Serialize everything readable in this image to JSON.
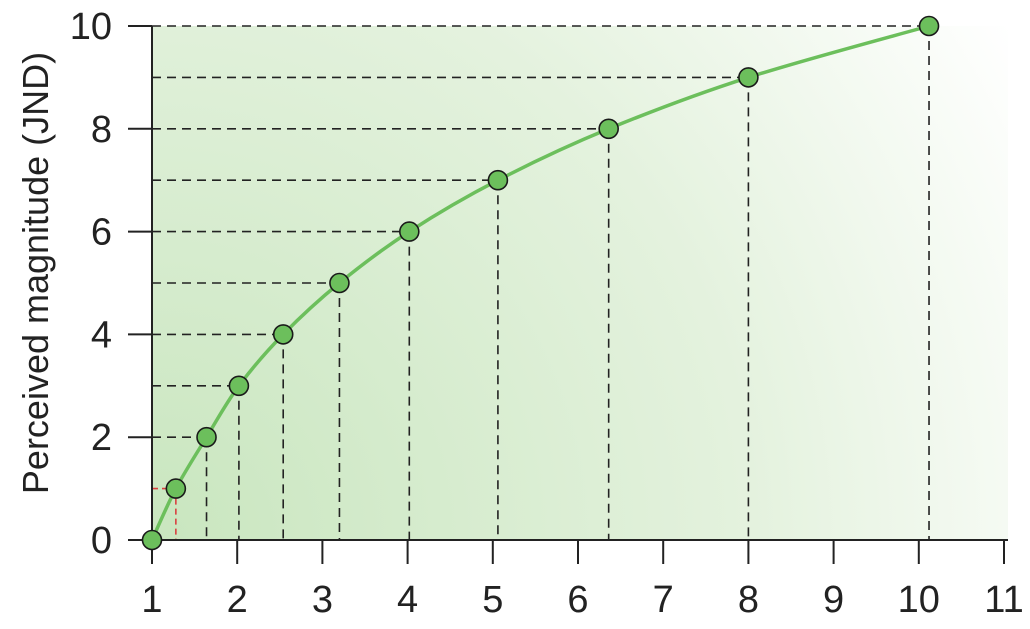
{
  "chart_data": {
    "type": "line",
    "title": "",
    "xlabel": "",
    "ylabel": "Perceived magnitude (JND)",
    "xlim": [
      1,
      11
    ],
    "ylim": [
      0,
      10
    ],
    "x_ticks": [
      "1",
      "2",
      "3",
      "4",
      "5",
      "6",
      "7",
      "8",
      "9",
      "10",
      "11"
    ],
    "y_ticks": [
      "0",
      "2",
      "4",
      "6",
      "8",
      "10"
    ],
    "grid": false,
    "dashed_guides": true,
    "series": [
      {
        "x": [
          1.0,
          1.28,
          1.64,
          2.02,
          2.54,
          3.2,
          4.02,
          5.06,
          6.36,
          8.0,
          10.12
        ],
        "y": [
          0,
          1,
          2,
          3,
          4,
          5,
          6,
          7,
          8,
          9,
          10
        ]
      }
    ],
    "colors": {
      "line": "#6cbf5c",
      "marker": "#6cbf5c",
      "background_gradient": "#c9e6bf",
      "first_guide": "#d94040"
    }
  }
}
